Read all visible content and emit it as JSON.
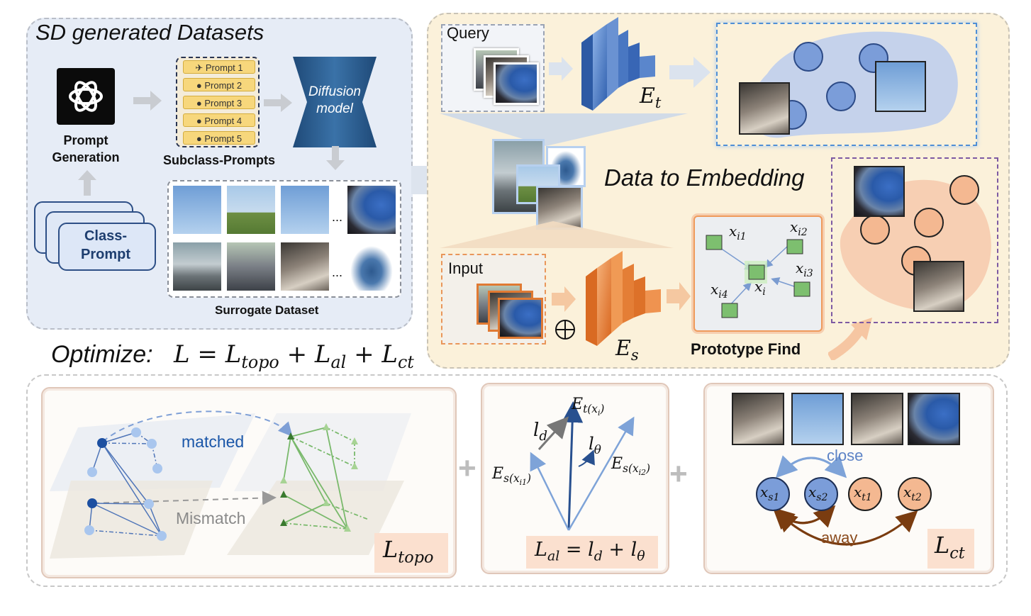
{
  "sd_section": {
    "title": "SD generated Datasets",
    "prompt_generation": "Prompt\nGeneration",
    "class_prompt": "Class-\nPrompt",
    "subclass_prompts_label": "Subclass-Prompts",
    "prompts": [
      "Prompt 1",
      "Prompt 2",
      "Prompt 3",
      "Prompt 4",
      "Prompt 5"
    ],
    "diffusion_label": "Diffusion\nmodel",
    "surrogate_label": "Surrogate Dataset",
    "ellipsis": "..."
  },
  "embedding_section": {
    "query_label": "Query",
    "input_label": "Input",
    "data_to_embedding": "Data to Embedding",
    "prototype_find": "Prototype Find",
    "encoder_t": "E",
    "encoder_t_sub": "t",
    "encoder_s": "E",
    "encoder_s_sub": "s",
    "xi1": "i1",
    "xi2": "i2",
    "xi3": "i3",
    "xi4": "i4",
    "xi": "i"
  },
  "optimize": {
    "label": "Optimize:",
    "formula_L": "L",
    "topo_sub": "topo",
    "al_sub": "al",
    "ct_sub": "ct"
  },
  "topo_card": {
    "matched": "matched",
    "mismatch": "Mismatch",
    "label_sub": "topo"
  },
  "al_card": {
    "ld": "l",
    "ld_sub": "d",
    "ltheta_sub": "θ",
    "et_sub": "t(x",
    "es1_sub": "s(x",
    "es2_sub": "s(x",
    "formula_sub": "al"
  },
  "ct_card": {
    "close": "close",
    "away": "away",
    "label_sub": "ct",
    "nodes": [
      "s1",
      "s2",
      "t1",
      "t2"
    ]
  },
  "colors": {
    "blue_node": "#7b9dd9",
    "orange_node": "#f5c1a3",
    "encoder_t": "#4a79c4",
    "encoder_s": "#e98a3d",
    "diffusion": "#2a5a8c",
    "green": "#73b872"
  }
}
